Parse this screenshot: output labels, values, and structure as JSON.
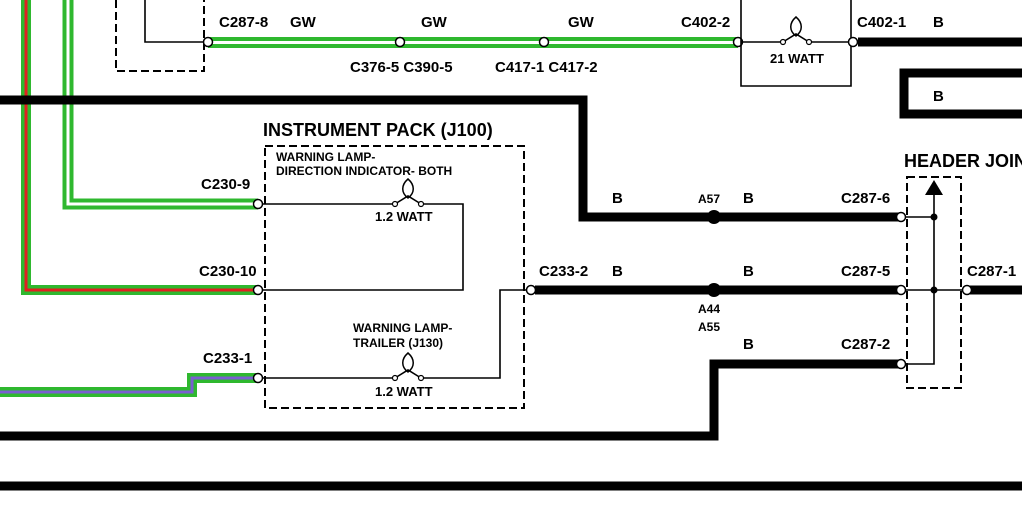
{
  "colors": {
    "wire_black": "#000000",
    "wire_green": "#2fb82f",
    "wire_red": "#e02020",
    "wire_violet": "#7a5fd0",
    "background": "#ffffff"
  },
  "labels": {
    "top_c287_8": "C287-8",
    "top_gw_1": "GW",
    "top_gw_2": "GW",
    "top_gw_3": "GW",
    "top_c402_2": "C402-2",
    "top_c402_1": "C402-1",
    "top_b_right": "B",
    "top_splice_1": "C376-5 C390-5",
    "top_splice_2": "C417-1 C417-2",
    "top_lamp_watt": "21 WATT",
    "right_b_box": "B",
    "instrument_pack_title": "INSTRUMENT PACK (J100)",
    "lamp1_line1": "WARNING LAMP-",
    "lamp1_line2": "DIRECTION INDICATOR- BOTH",
    "lamp1_watt": "1.2 WATT",
    "lamp2_line1": "WARNING LAMP-",
    "lamp2_line2": "TRAILER (J130)",
    "lamp2_watt": "1.2 WATT",
    "c230_9": "C230-9",
    "c230_10": "C230-10",
    "c233_1": "C233-1",
    "c233_2": "C233-2",
    "b_row1_a": "B",
    "a57": "A57",
    "b_row1_b": "B",
    "c287_6": "C287-6",
    "b_row2_a": "B",
    "b_row2_b": "B",
    "a44": "A44",
    "a55": "A55",
    "c287_5": "C287-5",
    "c287_1": "C287-1",
    "b_row3": "B",
    "c287_2": "C287-2",
    "header_joint": "HEADER JOINT"
  }
}
